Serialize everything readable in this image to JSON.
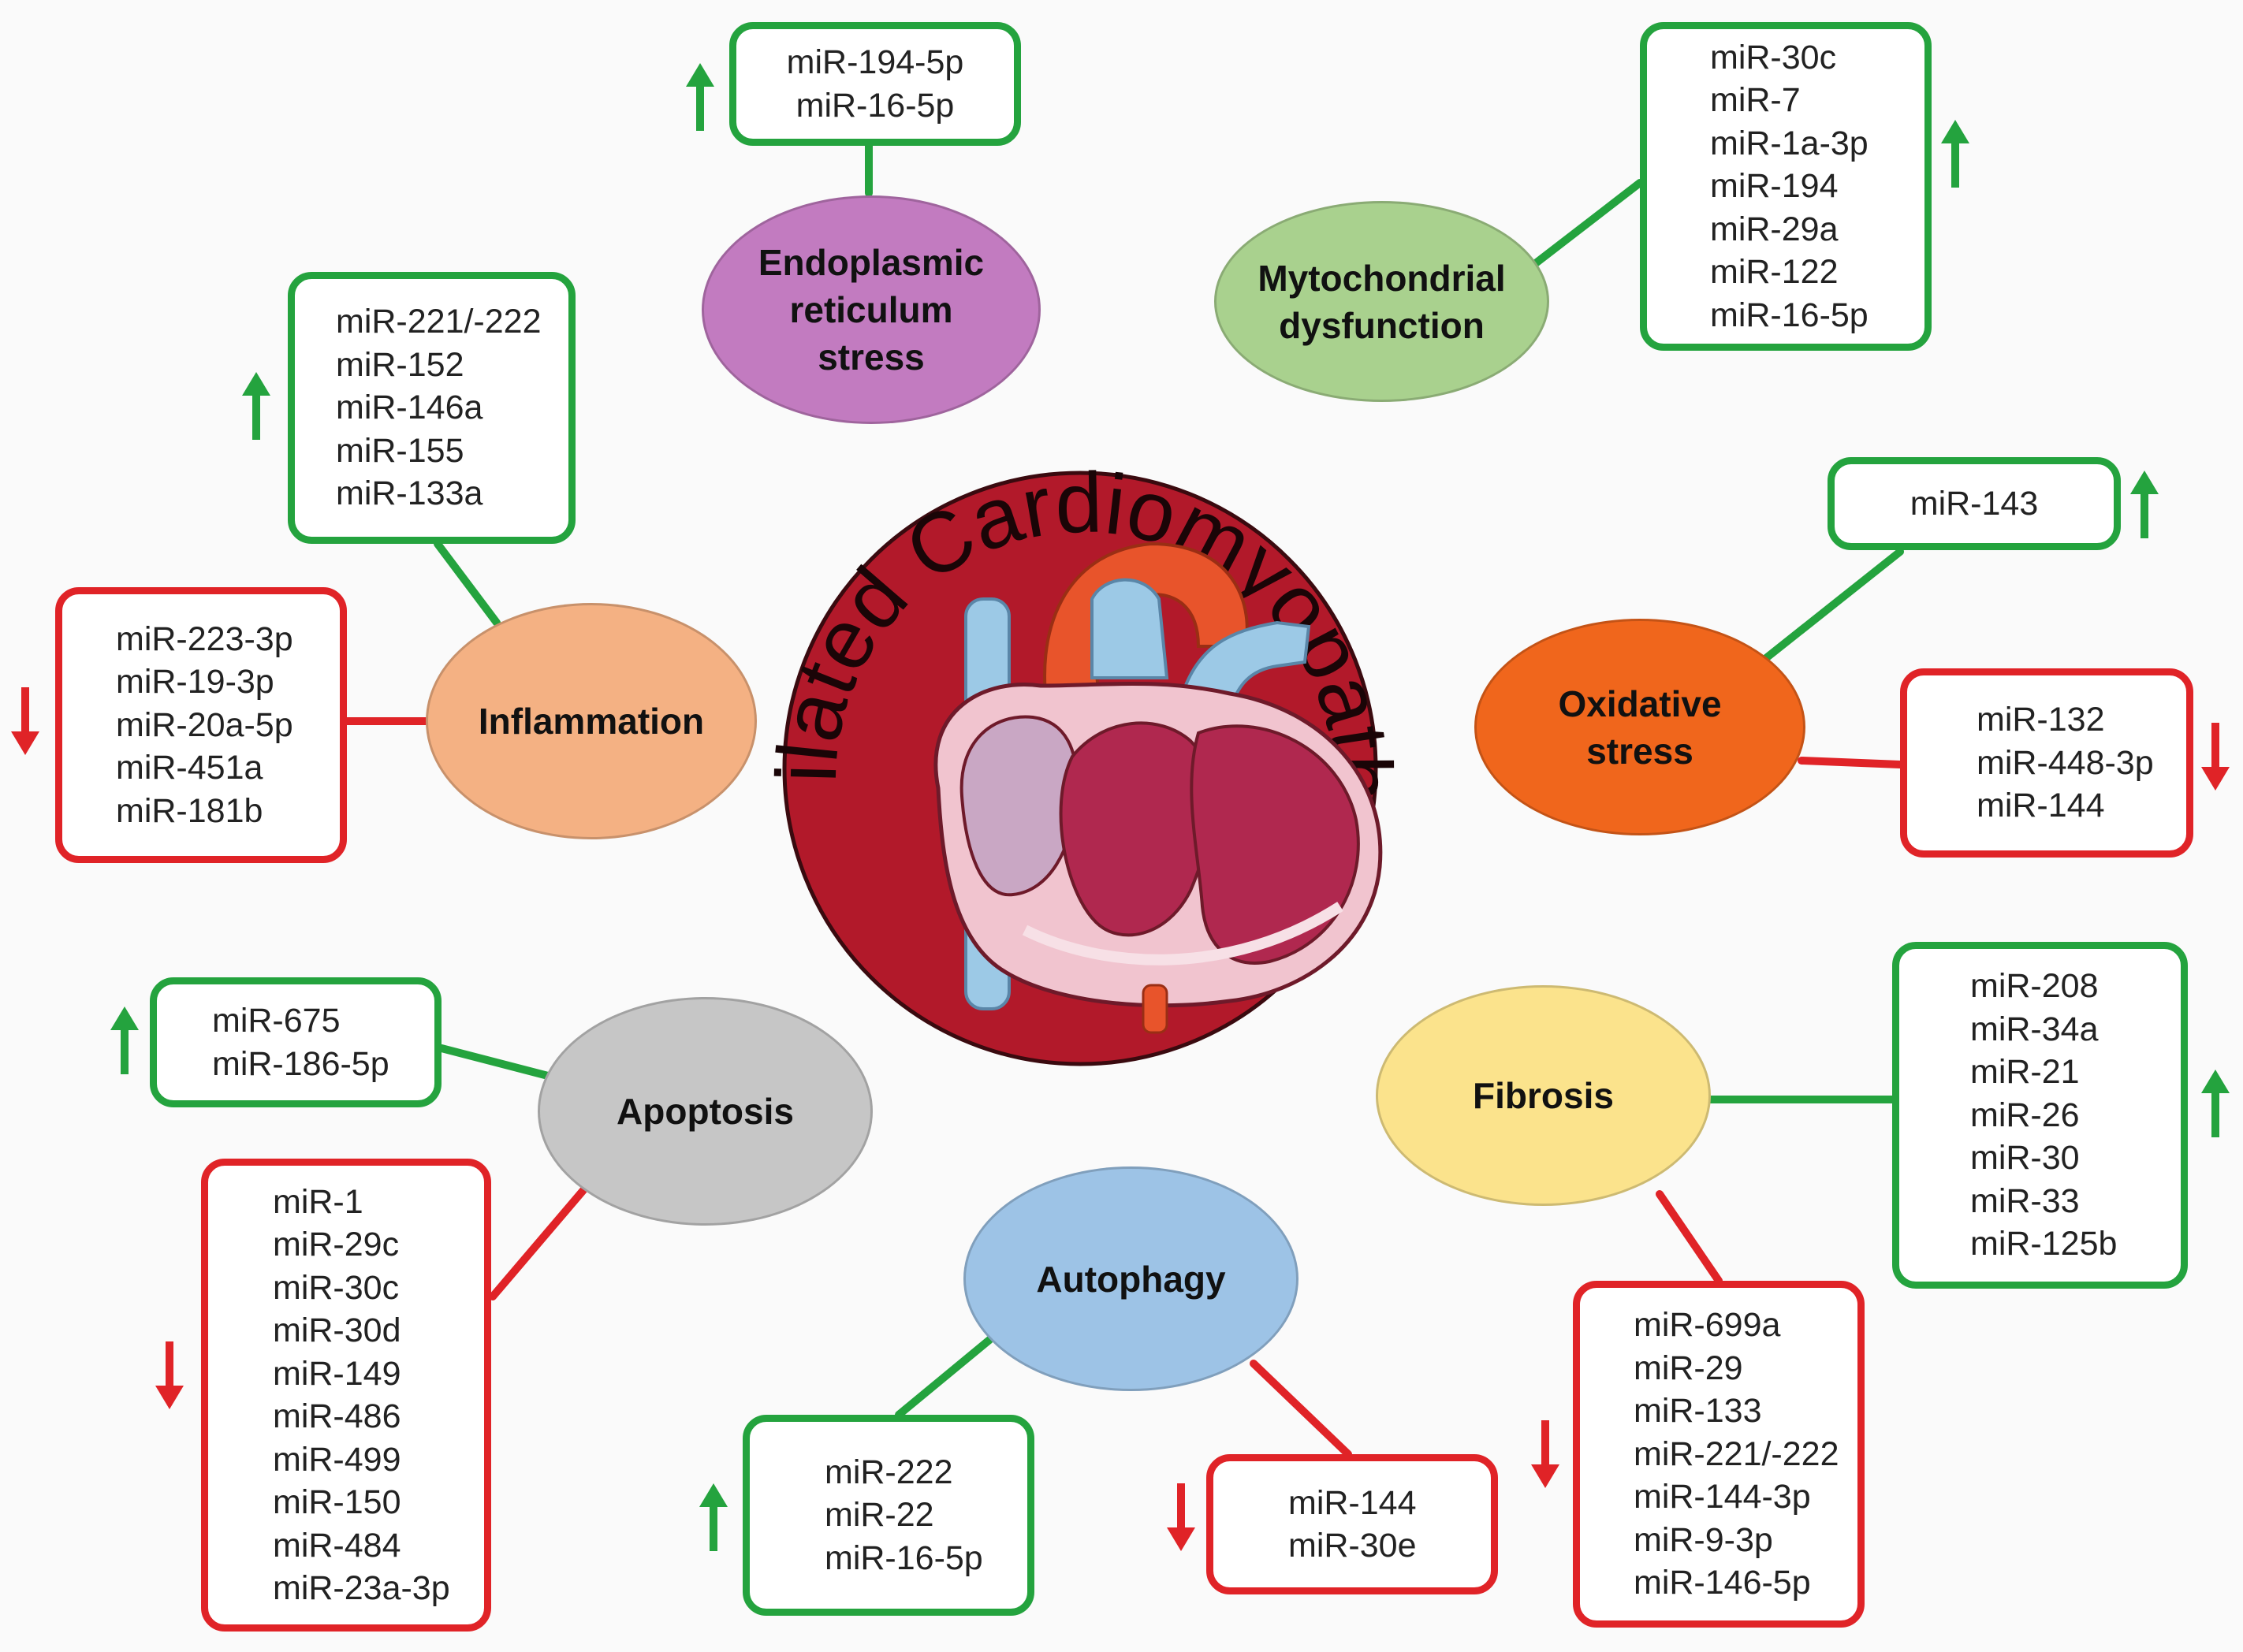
{
  "center": {
    "title": "Dilated Cardiomyopathy",
    "icon": "heart-anatomy-icon"
  },
  "colors": {
    "up": "#24a33e",
    "down": "#e02327",
    "center_disc": "#b2192a",
    "er": "#c27bc0",
    "mito": "#a9d18e",
    "oxidative": "#f0661c",
    "fibrosis": "#fbe38c",
    "autophagy": "#9dc3e6",
    "apoptosis": "#c6c6c6",
    "inflammation": "#f4b183"
  },
  "processes": {
    "er": {
      "lines": [
        "Endoplasmic",
        "reticulum",
        "stress"
      ]
    },
    "mito": {
      "lines": [
        "Mytochondrial",
        "dysfunction"
      ]
    },
    "oxidative": {
      "lines": [
        "Oxidative",
        "stress"
      ]
    },
    "fibrosis": {
      "lines": [
        "Fibrosis"
      ]
    },
    "autophagy": {
      "lines": [
        "Autophagy"
      ]
    },
    "apoptosis": {
      "lines": [
        "Apoptosis"
      ]
    },
    "inflammation": {
      "lines": [
        "Inflammation"
      ]
    }
  },
  "mirna": {
    "er_up": [
      "miR-194-5p",
      "miR-16-5p"
    ],
    "mito_up": [
      "miR-30c",
      "miR-7",
      "miR-1a-3p",
      "miR-194",
      "miR-29a",
      "miR-122",
      "miR-16-5p"
    ],
    "oxidative_up": [
      "miR-143"
    ],
    "oxidative_down": [
      "miR-132",
      "miR-448-3p",
      "miR-144"
    ],
    "fibrosis_up": [
      "miR-208",
      "miR-34a",
      "miR-21",
      "miR-26",
      "miR-30",
      "miR-33",
      "miR-125b"
    ],
    "fibrosis_down": [
      "miR-699a",
      "miR-29",
      "miR-133",
      "miR-221/-222",
      "miR-144-3p",
      "miR-9-3p",
      "miR-146-5p"
    ],
    "autophagy_up": [
      "miR-222",
      "miR-22",
      "miR-16-5p"
    ],
    "autophagy_down": [
      "miR-144",
      "miR-30e"
    ],
    "apoptosis_up": [
      "miR-675",
      "miR-186-5p"
    ],
    "apoptosis_down": [
      "miR-1",
      "miR-29c",
      "miR-30c",
      "miR-30d",
      "miR-149",
      "miR-486",
      "miR-499",
      "miR-150",
      "miR-484",
      "miR-23a-3p"
    ],
    "inflammation_up": [
      "miR-221/-222",
      "miR-152",
      "miR-146a",
      "miR-155",
      "miR-133a"
    ],
    "inflammation_down": [
      "miR-223-3p",
      "miR-19-3p",
      "miR-20a-5p",
      "miR-451a",
      "miR-181b"
    ]
  }
}
